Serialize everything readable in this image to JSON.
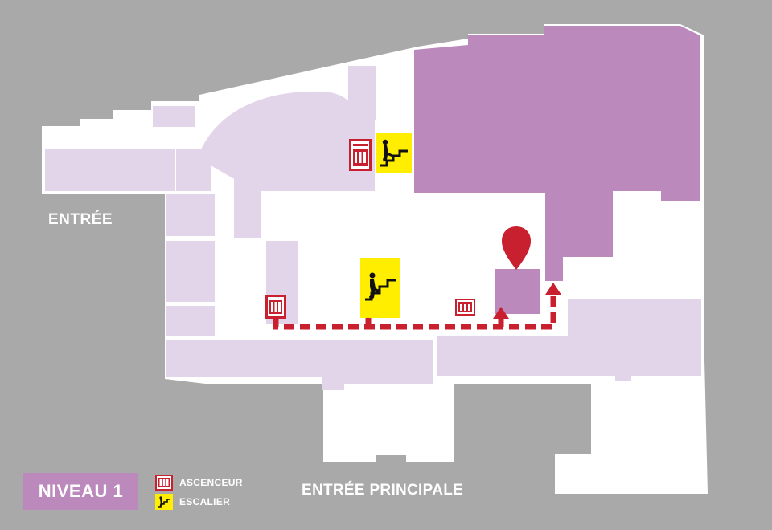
{
  "map": {
    "labels": {
      "entrance_side": "ENTRÉE",
      "entrance_main": "ENTRÉE PRINCIPALE"
    },
    "level": "NIVEAU 1",
    "legend": [
      {
        "icon": "elevator-icon",
        "label": "ASCENCEUR",
        "color": "#c8202f"
      },
      {
        "icon": "stairs-icon",
        "label": "ESCALIER",
        "color": "#ffee00"
      }
    ],
    "colors": {
      "background": "#a9a9a9",
      "floor": "#ffffff",
      "shop": "#e3d5e9",
      "anchor_store": "#bb89bc",
      "route": "#c8202f",
      "stairs": "#ffee00"
    },
    "route": "dashed path from elevator (west) past stairs to destination marker"
  }
}
